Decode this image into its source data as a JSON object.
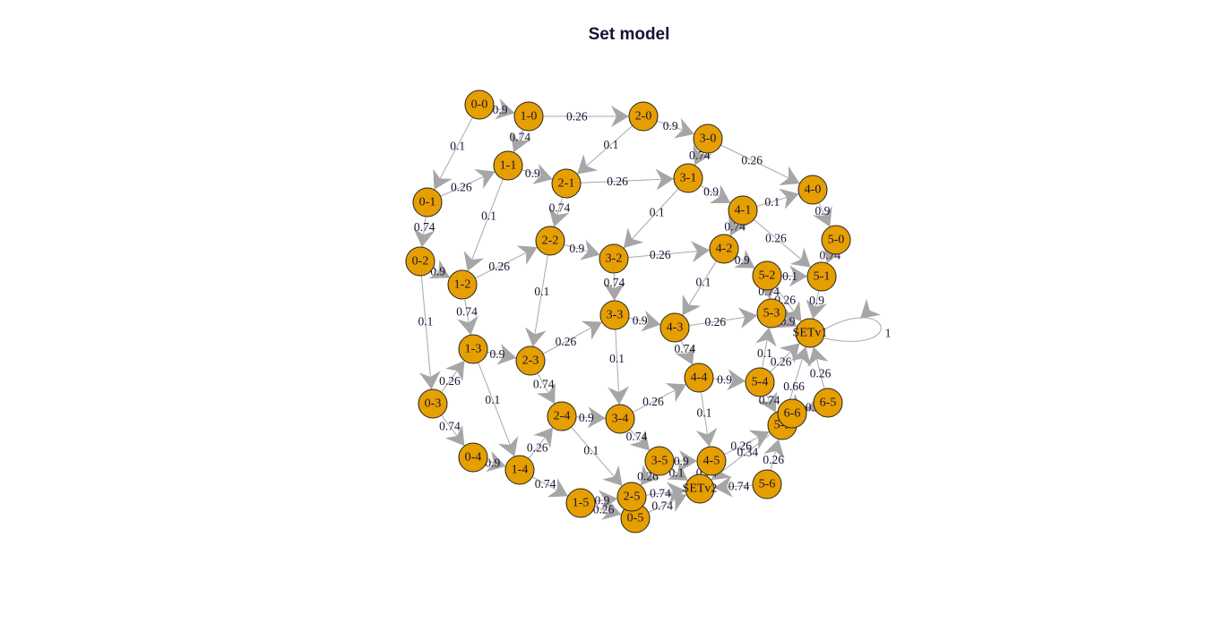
{
  "title": "Set model",
  "colors": {
    "node_fill": "#e69f00",
    "edge": "#a8a8a8",
    "arrow": "#a6a6a6",
    "text": "#1a1033"
  },
  "nodes": [
    {
      "id": "0-0",
      "label": "0-0"
    },
    {
      "id": "1-0",
      "label": "1-0"
    },
    {
      "id": "2-0",
      "label": "2-0"
    },
    {
      "id": "3-0",
      "label": "3-0"
    },
    {
      "id": "4-0",
      "label": "4-0"
    },
    {
      "id": "5-0",
      "label": "5-0"
    },
    {
      "id": "0-1",
      "label": "0-1"
    },
    {
      "id": "1-1",
      "label": "1-1"
    },
    {
      "id": "2-1",
      "label": "2-1"
    },
    {
      "id": "3-1",
      "label": "3-1"
    },
    {
      "id": "4-1",
      "label": "4-1"
    },
    {
      "id": "5-1",
      "label": "5-1"
    },
    {
      "id": "0-2",
      "label": "0-2"
    },
    {
      "id": "1-2",
      "label": "1-2"
    },
    {
      "id": "2-2",
      "label": "2-2"
    },
    {
      "id": "3-2",
      "label": "3-2"
    },
    {
      "id": "4-2",
      "label": "4-2"
    },
    {
      "id": "5-2",
      "label": "5-2"
    },
    {
      "id": "0-3",
      "label": "0-3"
    },
    {
      "id": "1-3",
      "label": "1-3"
    },
    {
      "id": "2-3",
      "label": "2-3"
    },
    {
      "id": "3-3",
      "label": "3-3"
    },
    {
      "id": "4-3",
      "label": "4-3"
    },
    {
      "id": "5-3",
      "label": "5-3"
    },
    {
      "id": "0-4",
      "label": "0-4"
    },
    {
      "id": "1-4",
      "label": "1-4"
    },
    {
      "id": "2-4",
      "label": "2-4"
    },
    {
      "id": "3-4",
      "label": "3-4"
    },
    {
      "id": "4-4",
      "label": "4-4"
    },
    {
      "id": "5-4",
      "label": "5-4"
    },
    {
      "id": "0-5",
      "label": "0-5"
    },
    {
      "id": "1-5",
      "label": "1-5"
    },
    {
      "id": "2-5",
      "label": "2-5"
    },
    {
      "id": "3-5",
      "label": "3-5"
    },
    {
      "id": "4-5",
      "label": "4-5"
    },
    {
      "id": "5-5",
      "label": "5-5"
    },
    {
      "id": "5-6",
      "label": "5-6"
    },
    {
      "id": "6-5",
      "label": "6-5"
    },
    {
      "id": "6-6",
      "label": "6-6"
    },
    {
      "id": "SETv1",
      "label": "SETv1"
    },
    {
      "id": "SETv2",
      "label": "SETv2"
    }
  ],
  "edges": [
    {
      "from": "0-0",
      "to": "1-0",
      "label": "0.9"
    },
    {
      "from": "0-0",
      "to": "0-1",
      "label": "0.1"
    },
    {
      "from": "1-0",
      "to": "2-0",
      "label": "0.26"
    },
    {
      "from": "1-0",
      "to": "1-1",
      "label": "0.74"
    },
    {
      "from": "2-0",
      "to": "3-0",
      "label": "0.9"
    },
    {
      "from": "2-0",
      "to": "2-1",
      "label": "0.1"
    },
    {
      "from": "3-0",
      "to": "4-0",
      "label": "0.26"
    },
    {
      "from": "3-0",
      "to": "3-1",
      "label": "0.74"
    },
    {
      "from": "4-0",
      "to": "5-0",
      "label": "0.9"
    },
    {
      "from": "4-1",
      "to": "4-0",
      "label": "0.1"
    },
    {
      "from": "5-0",
      "to": "5-1",
      "label": "0.74"
    },
    {
      "from": "0-1",
      "to": "1-1",
      "label": "0.26"
    },
    {
      "from": "0-1",
      "to": "0-2",
      "label": "0.74"
    },
    {
      "from": "1-1",
      "to": "2-1",
      "label": "0.9"
    },
    {
      "from": "1-1",
      "to": "1-2",
      "label": "0.1"
    },
    {
      "from": "2-1",
      "to": "3-1",
      "label": "0.26"
    },
    {
      "from": "2-1",
      "to": "2-2",
      "label": "0.74"
    },
    {
      "from": "3-1",
      "to": "4-1",
      "label": "0.9"
    },
    {
      "from": "3-1",
      "to": "3-2",
      "label": "0.1"
    },
    {
      "from": "4-1",
      "to": "5-1",
      "label": "0.26"
    },
    {
      "from": "4-1",
      "to": "4-2",
      "label": "0.74"
    },
    {
      "from": "5-1",
      "to": "SETv1",
      "label": "0.9"
    },
    {
      "from": "5-2",
      "to": "5-1",
      "label": "0.1"
    },
    {
      "from": "0-2",
      "to": "1-2",
      "label": "0.9"
    },
    {
      "from": "0-2",
      "to": "0-3",
      "label": "0.1"
    },
    {
      "from": "1-2",
      "to": "2-2",
      "label": "0.26"
    },
    {
      "from": "1-2",
      "to": "1-3",
      "label": "0.74"
    },
    {
      "from": "2-2",
      "to": "3-2",
      "label": "0.9"
    },
    {
      "from": "2-2",
      "to": "2-3",
      "label": "0.1"
    },
    {
      "from": "3-2",
      "to": "4-2",
      "label": "0.26"
    },
    {
      "from": "3-2",
      "to": "3-3",
      "label": "0.74"
    },
    {
      "from": "4-2",
      "to": "5-2",
      "label": "0.9"
    },
    {
      "from": "4-2",
      "to": "4-3",
      "label": "0.1"
    },
    {
      "from": "5-2",
      "to": "SETv1",
      "label": "0.26"
    },
    {
      "from": "5-2",
      "to": "5-3",
      "label": "0.74"
    },
    {
      "from": "0-3",
      "to": "1-3",
      "label": "0.26"
    },
    {
      "from": "0-3",
      "to": "0-4",
      "label": "0.74"
    },
    {
      "from": "1-3",
      "to": "2-3",
      "label": "0.9"
    },
    {
      "from": "1-3",
      "to": "1-4",
      "label": "0.1"
    },
    {
      "from": "2-3",
      "to": "3-3",
      "label": "0.26"
    },
    {
      "from": "2-3",
      "to": "2-4",
      "label": "0.74"
    },
    {
      "from": "3-3",
      "to": "4-3",
      "label": "0.9"
    },
    {
      "from": "3-3",
      "to": "3-4",
      "label": "0.1"
    },
    {
      "from": "4-3",
      "to": "5-3",
      "label": "0.26"
    },
    {
      "from": "4-3",
      "to": "4-4",
      "label": "0.74"
    },
    {
      "from": "5-3",
      "to": "SETv1",
      "label": "0.9"
    },
    {
      "from": "5-4",
      "to": "5-3",
      "label": "0.1"
    },
    {
      "from": "0-4",
      "to": "1-4",
      "label": "0.9"
    },
    {
      "from": "1-4",
      "to": "2-4",
      "label": "0.26"
    },
    {
      "from": "1-4",
      "to": "1-5",
      "label": "0.74"
    },
    {
      "from": "2-4",
      "to": "3-4",
      "label": "0.9"
    },
    {
      "from": "2-4",
      "to": "2-5",
      "label": "0.1"
    },
    {
      "from": "3-4",
      "to": "4-4",
      "label": "0.26"
    },
    {
      "from": "3-4",
      "to": "3-5",
      "label": "0.74"
    },
    {
      "from": "4-4",
      "to": "5-4",
      "label": "0.9"
    },
    {
      "from": "4-4",
      "to": "4-5",
      "label": "0.1"
    },
    {
      "from": "5-4",
      "to": "SETv1",
      "label": "0.26"
    },
    {
      "from": "5-4",
      "to": "5-5",
      "label": "0.74"
    },
    {
      "from": "1-5",
      "to": "2-5",
      "label": "0.9"
    },
    {
      "from": "1-5",
      "to": "0-5",
      "label": "0.26"
    },
    {
      "from": "2-5",
      "to": "SETv2",
      "label": "0.74"
    },
    {
      "from": "0-5",
      "to": "SETv2",
      "label": "0.74"
    },
    {
      "from": "3-5",
      "to": "4-5",
      "label": "0.9"
    },
    {
      "from": "3-5",
      "to": "2-5",
      "label": "0.26"
    },
    {
      "from": "3-5",
      "to": "SETv2",
      "label": "0.1"
    },
    {
      "from": "4-5",
      "to": "5-5",
      "label": "0.26"
    },
    {
      "from": "4-5",
      "to": "SETv2",
      "label": "0.74"
    },
    {
      "from": "5-5",
      "to": "SETv1",
      "label": "0.66"
    },
    {
      "from": "5-5",
      "to": "SETv2",
      "label": "0.34"
    },
    {
      "from": "5-6",
      "to": "5-5",
      "label": "0.26"
    },
    {
      "from": "5-6",
      "to": "SETv2",
      "label": "0.74"
    },
    {
      "from": "6-6",
      "to": "5-5",
      "label": "0.1"
    },
    {
      "from": "6-5",
      "to": "SETv1",
      "label": "0.26"
    },
    {
      "from": "6-5",
      "to": "6-6",
      "label": "0.9"
    },
    {
      "from": "SETv1",
      "to": "SETv1",
      "label": "1"
    }
  ]
}
